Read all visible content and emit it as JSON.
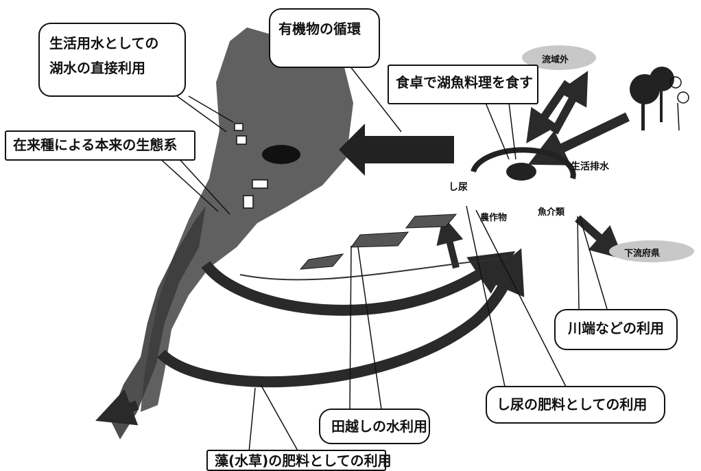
{
  "callouts": {
    "water_use": "生活用水としての\n湖水の直接利用",
    "organic_cycle": "有機物の循環",
    "eat_fish": "食卓で湖魚料理を食す",
    "native_species": "在来種による本来の生態系",
    "kawabata": "川端などの利用",
    "rice_water": "田越しの水利用",
    "night_soil": "し尿の肥料としての利用",
    "waterweed": "藻(水草)の肥料としての利用"
  },
  "map_labels": {
    "outside_basin": "流域外",
    "domestic_drainage": "生活排水",
    "night_soil_short": "し尿",
    "crops": "農作物",
    "fish": "魚介類",
    "downstream": "下流府県"
  },
  "colors": {
    "ink": "#111111",
    "arrow": "#2a2a2a",
    "land": "#4a4a4a",
    "cloud": "#c8c8c8"
  }
}
